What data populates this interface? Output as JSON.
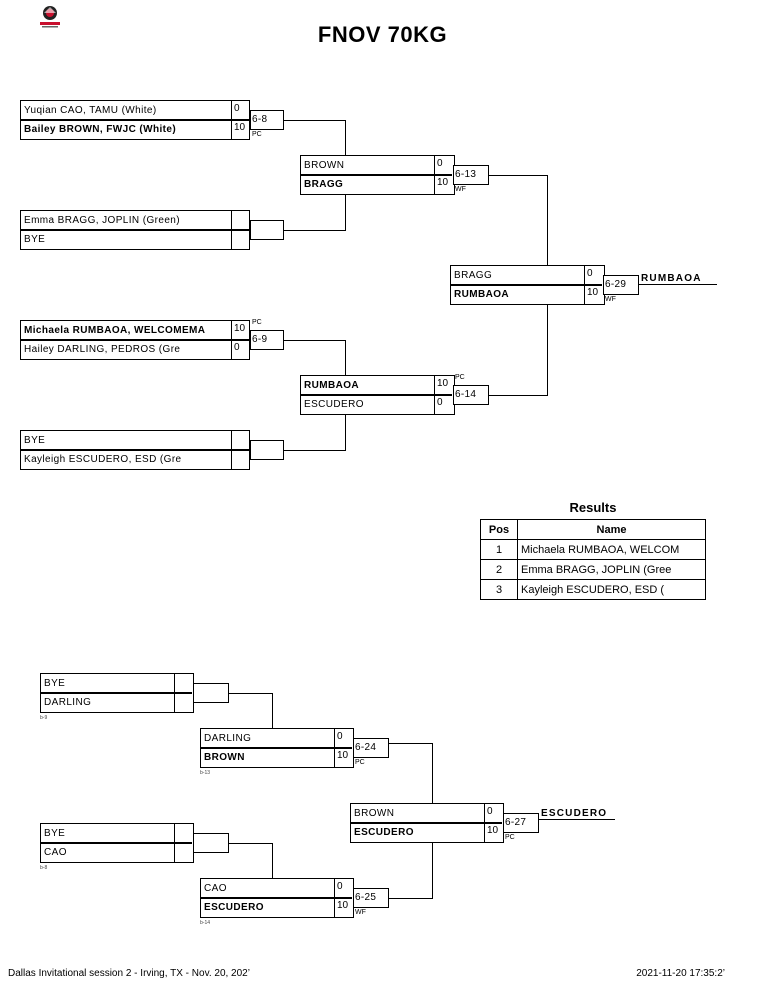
{
  "title": "FNOV 70KG",
  "championship": {
    "r1": [
      {
        "top": "Yuqian CAO, TAMU (White)",
        "top_score": "0",
        "bot": "Bailey BROWN, FWJC (White)",
        "bot_score": "10",
        "bold": "bot",
        "bout": "6-8",
        "win_type": "PC",
        "win_type_pos": "below"
      },
      {
        "top": "Emma BRAGG, JOPLIN (Green)",
        "top_score": "",
        "bot": "BYE",
        "bot_score": "",
        "bold": "",
        "bout": "",
        "win_type": "",
        "win_type_pos": ""
      },
      {
        "top": "Michaela RUMBAOA, WELCOMEMA",
        "top_score": "10",
        "bot": "Hailey DARLING, PEDROS (Gre",
        "bot_score": "0",
        "bold": "top",
        "bout": "6-9",
        "win_type": "PC",
        "win_type_pos": "above"
      },
      {
        "top": "BYE",
        "top_score": "",
        "bot": "Kayleigh ESCUDERO, ESD (Gre",
        "bot_score": "",
        "bold": "",
        "bout": "",
        "win_type": "",
        "win_type_pos": ""
      }
    ],
    "r2": [
      {
        "top": "BROWN",
        "top_score": "0",
        "bot": "BRAGG",
        "bot_score": "10",
        "bold": "bot",
        "bout": "6-13",
        "win_type": "WF",
        "win_type_pos": "below"
      },
      {
        "top": "RUMBAOA",
        "top_score": "10",
        "bot": "ESCUDERO",
        "bot_score": "0",
        "bold": "top",
        "bout": "6-14",
        "win_type": "PC",
        "win_type_pos": "above"
      }
    ],
    "final": {
      "top": "BRAGG",
      "top_score": "0",
      "bot": "RUMBAOA",
      "bot_score": "10",
      "bold": "bot",
      "bout": "6-29",
      "win_type": "WF",
      "win_type_pos": "below"
    },
    "winner": "RUMBAOA"
  },
  "results": {
    "title": "Results",
    "headers": [
      "Pos",
      "Name"
    ],
    "rows": [
      {
        "pos": "1",
        "name": "Michaela RUMBAOA, WELCOM"
      },
      {
        "pos": "2",
        "name": "Emma BRAGG, JOPLIN (Gree"
      },
      {
        "pos": "3",
        "name": "Kayleigh ESCUDERO, ESD ("
      }
    ]
  },
  "consolation": {
    "r1": [
      {
        "top": "BYE",
        "top_score": "",
        "bot": "DARLING",
        "bot_score": "",
        "bold": "",
        "note": "b-9"
      },
      {
        "top": "BYE",
        "top_score": "",
        "bot": "CAO",
        "bot_score": "",
        "bold": "",
        "note": "b-8"
      }
    ],
    "r2": [
      {
        "top": "DARLING",
        "top_score": "0",
        "bot": "BROWN",
        "bot_score": "10",
        "bold": "bot",
        "bout": "6-24",
        "win_type": "PC",
        "note": "b-13"
      },
      {
        "top": "CAO",
        "top_score": "0",
        "bot": "ESCUDERO",
        "bot_score": "10",
        "bold": "bot",
        "bout": "6-25",
        "win_type": "WF",
        "note": "b-14"
      }
    ],
    "final": {
      "top": "BROWN",
      "top_score": "0",
      "bot": "ESCUDERO",
      "bot_score": "10",
      "bold": "bot",
      "bout": "6-27",
      "win_type": "PC"
    },
    "winner": "ESCUDERO"
  },
  "footer": {
    "left": "Dallas Invitational session 2 - Irving, TX - Nov. 20, 202’",
    "right": "2021-11-20 17:35:2’"
  },
  "colors": {
    "logo_accent": "#c8102e",
    "logo_dark": "#222222"
  },
  "icons": {
    "logo": "tournament-logo-icon"
  }
}
